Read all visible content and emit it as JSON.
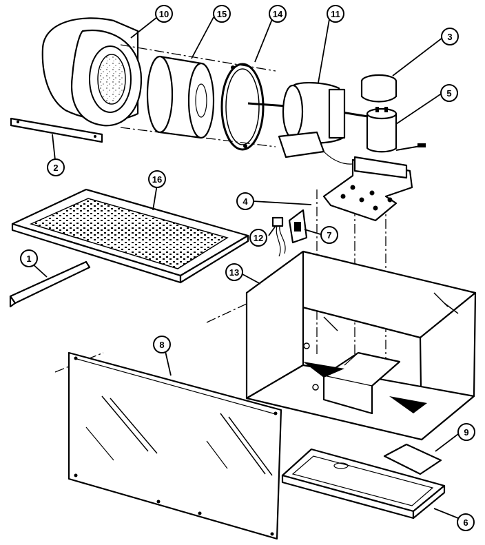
{
  "diagram": {
    "type": "exploded-parts-view",
    "callouts": [
      {
        "id": "c1",
        "label": "1"
      },
      {
        "id": "c2",
        "label": "2"
      },
      {
        "id": "c3",
        "label": "3"
      },
      {
        "id": "c4",
        "label": "4"
      },
      {
        "id": "c5",
        "label": "5"
      },
      {
        "id": "c6",
        "label": "6"
      },
      {
        "id": "c7",
        "label": "7"
      },
      {
        "id": "c8",
        "label": "8"
      },
      {
        "id": "c9",
        "label": "9"
      },
      {
        "id": "c10",
        "label": "10"
      },
      {
        "id": "c11",
        "label": "11"
      },
      {
        "id": "c12",
        "label": "12"
      },
      {
        "id": "c13",
        "label": "13"
      },
      {
        "id": "c14",
        "label": "14"
      },
      {
        "id": "c15",
        "label": "15"
      },
      {
        "id": "c16",
        "label": "16"
      }
    ]
  }
}
